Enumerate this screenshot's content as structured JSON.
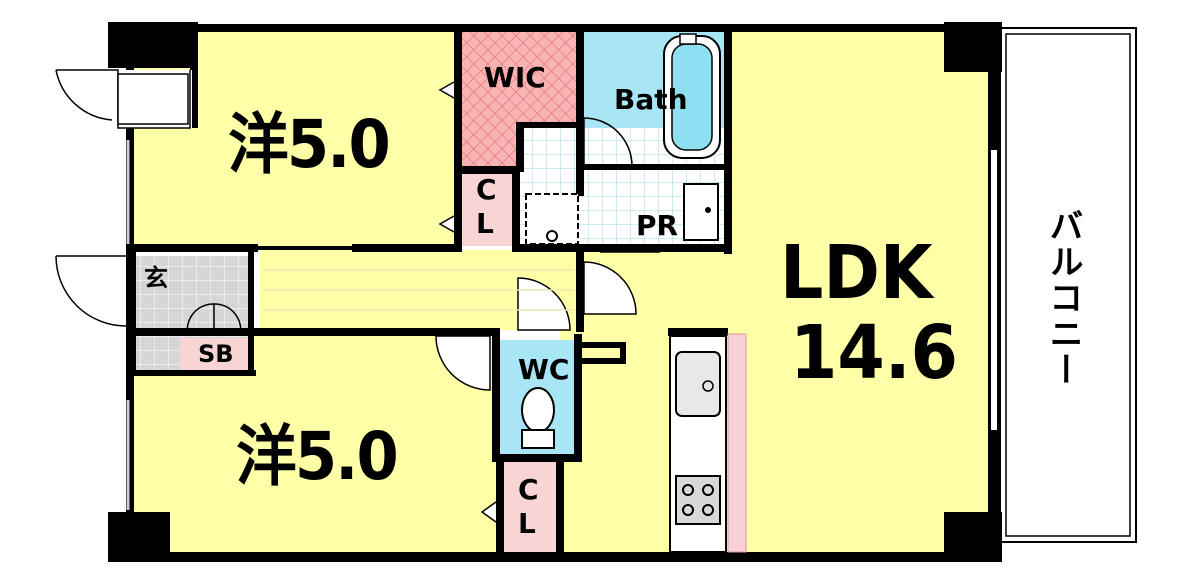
{
  "rooms": {
    "western_1": {
      "label": "洋5.0"
    },
    "western_2": {
      "label": "洋5.0"
    },
    "ldk": {
      "label_line1": "LDK",
      "label_line2": "14.6"
    },
    "wic": {
      "label": "WIC"
    },
    "bath": {
      "label": "Bath"
    },
    "pr": {
      "label": "PR"
    },
    "wc": {
      "label": "WC"
    },
    "cl_1": {
      "line1": "C",
      "line2": "L"
    },
    "cl_2": {
      "line1": "C",
      "line2": "L"
    },
    "entrance": {
      "label": "玄"
    },
    "sb": {
      "label": "SB"
    },
    "balcony": {
      "label": "バルコニー"
    }
  },
  "colors": {
    "room_fill": "#ffffa8",
    "wic_fill": "#f8b4b4",
    "bath_fill": "#a8e6f5",
    "closet_fill": "#f8d4d4",
    "entrance_fill": "#d8d8d8",
    "wall": "#000000",
    "kitchen_counter": "#f8d0d8"
  }
}
